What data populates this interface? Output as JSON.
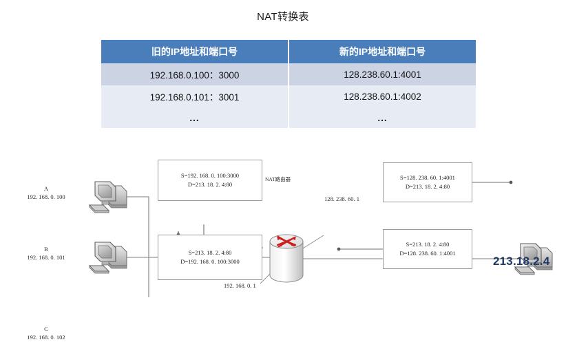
{
  "page": {
    "title": "NAT转换表"
  },
  "table": {
    "headers": [
      "旧的IP地址和端口号",
      "新的IP地址和端口号"
    ],
    "rows": [
      [
        "192.168.0.100：3000",
        "128.238.60.1:4001"
      ],
      [
        "192.168.0.101：3001",
        "128.238.60.1:4002"
      ],
      [
        "...",
        "..."
      ]
    ]
  },
  "diagram": {
    "hosts": [
      {
        "name": "A",
        "ip": "192. 168. 0. 100"
      },
      {
        "name": "B",
        "ip": "192. 168. 0. 101"
      },
      {
        "name": "C",
        "ip": "192. 168. 0. 102"
      }
    ],
    "router": {
      "label": "NAT路由器",
      "wan_ip": "128. 238. 60. 1",
      "lan_ip": "192. 168. 0. 1"
    },
    "packets": [
      {
        "id": "inside-out",
        "src": "S=192. 168. 0. 100:3000",
        "dst": "D=213. 18. 2. 4:80"
      },
      {
        "id": "inside-in",
        "src": "S=213. 18. 2. 4:80",
        "dst": "D=192. 168. 0. 100:3000"
      },
      {
        "id": "outside-out",
        "src": "S=128. 238. 60. 1:4001",
        "dst": "D=213. 18. 2. 4:80"
      },
      {
        "id": "outside-in",
        "src": "S=213. 18. 2. 4:80",
        "dst": "D=128. 238. 60. 1:4001"
      }
    ],
    "server": {
      "ip": "213.18.2.4"
    }
  },
  "colors": {
    "header_blue": "#4a7ebb",
    "row_shade_dark": "#ccd4e4",
    "row_shade_light": "#e6ebf4",
    "router_arrow_red": "#cc1f1f",
    "server_ip_navy": "#1f3864",
    "line_gray": "#7d7d7d"
  }
}
